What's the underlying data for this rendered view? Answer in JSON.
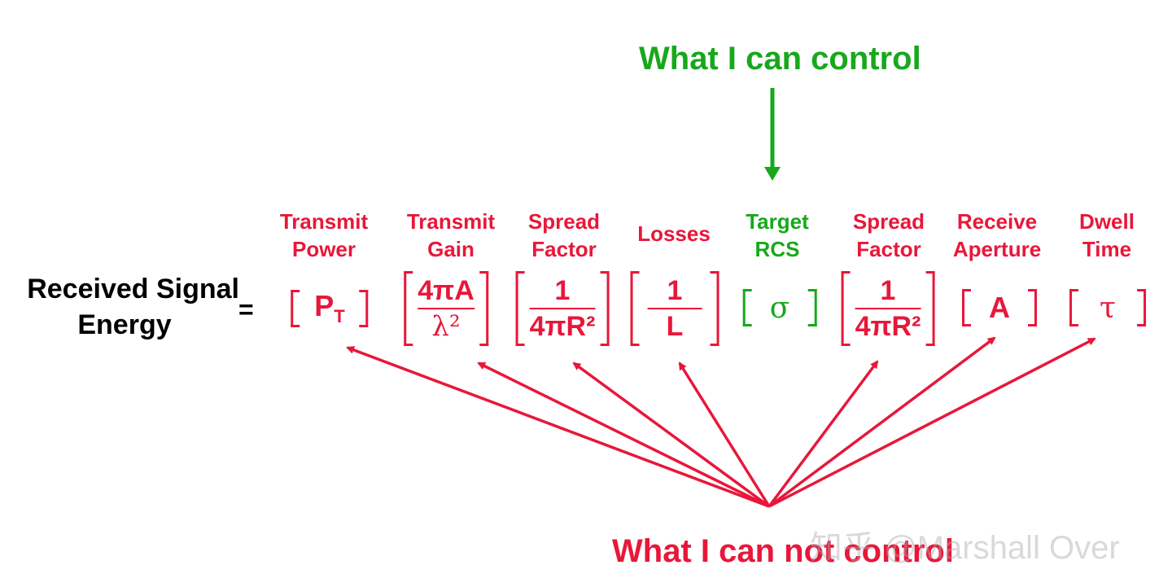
{
  "titles": {
    "top": "What I can control",
    "bottom": "What I can not control"
  },
  "equation": {
    "lhs_line1": "Received Signal",
    "lhs_line2": "Energy",
    "equals": "="
  },
  "terms": [
    {
      "label1": "Transmit",
      "label2": "Power",
      "type": "single",
      "main": "P",
      "sub": "T",
      "controllable": false
    },
    {
      "label1": "Transmit",
      "label2": "Gain",
      "type": "fraction",
      "num": "4πA",
      "den": "λ²",
      "controllable": false
    },
    {
      "label1": "Spread",
      "label2": "Factor",
      "type": "fraction",
      "num": "1",
      "den": "4πR²",
      "controllable": false
    },
    {
      "label1": "Losses",
      "label2": "",
      "type": "fraction",
      "num": "1",
      "den": "L",
      "controllable": false
    },
    {
      "label1": "Target",
      "label2": "RCS",
      "type": "single",
      "main": "σ",
      "sub": "",
      "controllable": true
    },
    {
      "label1": "Spread",
      "label2": "Factor",
      "type": "fraction",
      "num": "1",
      "den": "4πR²",
      "controllable": false
    },
    {
      "label1": "Receive",
      "label2": "Aperture",
      "type": "single",
      "main": "A",
      "sub": "",
      "controllable": false
    },
    {
      "label1": "Dwell",
      "label2": "Time",
      "type": "single",
      "main": "τ",
      "sub": "",
      "controllable": false
    }
  ],
  "watermark": "知乎 @Marshall Over",
  "colors": {
    "controllable": "#17a81c",
    "uncontrollable": "#e8173a",
    "text": "#000000"
  }
}
